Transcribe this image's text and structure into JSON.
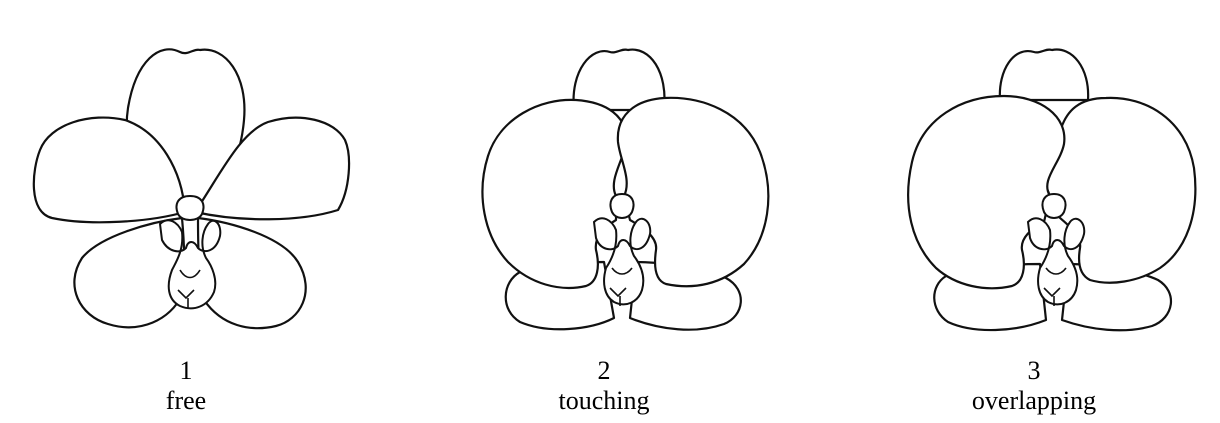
{
  "figures": [
    {
      "number": "1",
      "label": "free"
    },
    {
      "number": "2",
      "label": "touching"
    },
    {
      "number": "3",
      "label": "overlapping"
    }
  ]
}
